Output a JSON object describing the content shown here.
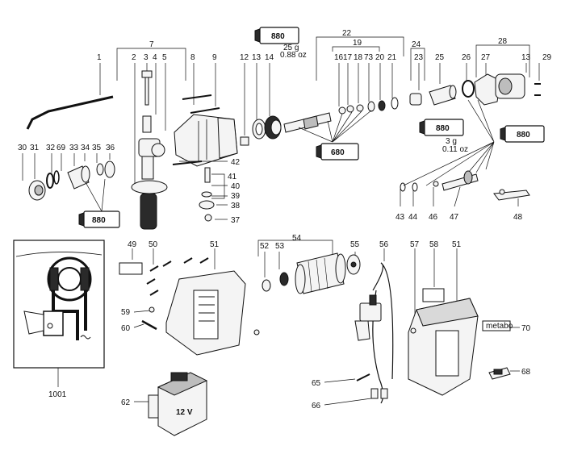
{
  "callouts": [
    {
      "id": "1",
      "label": "1"
    },
    {
      "id": "2",
      "label": "2"
    },
    {
      "id": "3",
      "label": "3"
    },
    {
      "id": "4",
      "label": "4"
    },
    {
      "id": "5",
      "label": "5"
    },
    {
      "id": "7",
      "label": "7"
    },
    {
      "id": "8",
      "label": "8"
    },
    {
      "id": "9",
      "label": "9"
    },
    {
      "id": "12",
      "label": "12"
    },
    {
      "id": "13a",
      "label": "13"
    },
    {
      "id": "14",
      "label": "14"
    },
    {
      "id": "16",
      "label": "16"
    },
    {
      "id": "17",
      "label": "17"
    },
    {
      "id": "18",
      "label": "18"
    },
    {
      "id": "19",
      "label": "19"
    },
    {
      "id": "20",
      "label": "20"
    },
    {
      "id": "21",
      "label": "21"
    },
    {
      "id": "22",
      "label": "22"
    },
    {
      "id": "23",
      "label": "23"
    },
    {
      "id": "24",
      "label": "24"
    },
    {
      "id": "25",
      "label": "25"
    },
    {
      "id": "26",
      "label": "26"
    },
    {
      "id": "27",
      "label": "27"
    },
    {
      "id": "28",
      "label": "28"
    },
    {
      "id": "13b",
      "label": "13"
    },
    {
      "id": "29",
      "label": "29"
    },
    {
      "id": "73",
      "label": "73"
    },
    {
      "id": "30",
      "label": "30"
    },
    {
      "id": "31",
      "label": "31"
    },
    {
      "id": "32",
      "label": "32"
    },
    {
      "id": "69",
      "label": "69"
    },
    {
      "id": "33",
      "label": "33"
    },
    {
      "id": "34",
      "label": "34"
    },
    {
      "id": "35",
      "label": "35"
    },
    {
      "id": "36",
      "label": "36"
    },
    {
      "id": "42",
      "label": "42"
    },
    {
      "id": "40",
      "label": "40"
    },
    {
      "id": "41",
      "label": "41"
    },
    {
      "id": "39",
      "label": "39"
    },
    {
      "id": "38",
      "label": "38"
    },
    {
      "id": "37",
      "label": "37"
    },
    {
      "id": "43",
      "label": "43"
    },
    {
      "id": "44",
      "label": "44"
    },
    {
      "id": "46",
      "label": "46"
    },
    {
      "id": "47",
      "label": "47"
    },
    {
      "id": "48",
      "label": "48"
    },
    {
      "id": "49",
      "label": "49"
    },
    {
      "id": "50",
      "label": "50"
    },
    {
      "id": "51a",
      "label": "51"
    },
    {
      "id": "52",
      "label": "52"
    },
    {
      "id": "53",
      "label": "53"
    },
    {
      "id": "54",
      "label": "54"
    },
    {
      "id": "55",
      "label": "55"
    },
    {
      "id": "56",
      "label": "56"
    },
    {
      "id": "57",
      "label": "57"
    },
    {
      "id": "58",
      "label": "58"
    },
    {
      "id": "51b",
      "label": "51"
    },
    {
      "id": "59",
      "label": "59"
    },
    {
      "id": "60",
      "label": "60"
    },
    {
      "id": "70",
      "label": "70"
    },
    {
      "id": "68",
      "label": "68"
    },
    {
      "id": "65",
      "label": "65"
    },
    {
      "id": "66",
      "label": "66"
    },
    {
      "id": "62",
      "label": "62"
    },
    {
      "id": "1001",
      "label": "1001"
    }
  ],
  "grease_tubes": [
    {
      "id": "tube_top",
      "label": "880"
    },
    {
      "id": "tube_mid",
      "label": "680"
    },
    {
      "id": "tube_left",
      "label": "880"
    },
    {
      "id": "tube_right1",
      "label": "880"
    },
    {
      "id": "tube_right2",
      "label": "880"
    }
  ],
  "quantities": [
    {
      "id": "q_top_g",
      "text": "25 g"
    },
    {
      "id": "q_top_oz",
      "text": "0.88 oz"
    },
    {
      "id": "q_right_g",
      "text": "3 g"
    },
    {
      "id": "q_right_oz",
      "text": "0.11 oz"
    }
  ],
  "battery": {
    "voltage": "12 V"
  },
  "badge": {
    "brand": "metabo"
  }
}
